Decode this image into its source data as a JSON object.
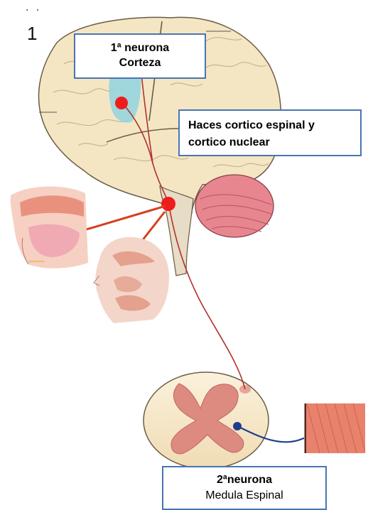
{
  "figure": {
    "number": "1",
    "top_marks": ". ."
  },
  "labels": {
    "first_neuron_title": "1ª neurona",
    "first_neuron_location": "Corteza",
    "tracts_line1": "Haces cortico espinal  y",
    "tracts_line2": "cortico nuclear",
    "second_neuron_title": "2ªneurona",
    "second_neuron_location": "Medula Espinal"
  },
  "colors": {
    "brain": "#f4e6c3",
    "brain_outline": "#6b5b45",
    "ventricle": "#8fd3e0",
    "cerebellum": "#e8868f",
    "pathway": "#b23030",
    "neuron_dot": "#ee1c1c",
    "arrow": "#d6401f",
    "label_border": "#4a74b3",
    "cord_grey_matter": "#dd8a80",
    "motor_fiber": "#1f3e8c",
    "muscle": "#e8826d"
  },
  "icons": {
    "face_cross_section": "face-sagittal-illustration",
    "head_muscles": "head-muscles-illustration",
    "muscle_fibers": "muscle-fibers-illustration"
  }
}
